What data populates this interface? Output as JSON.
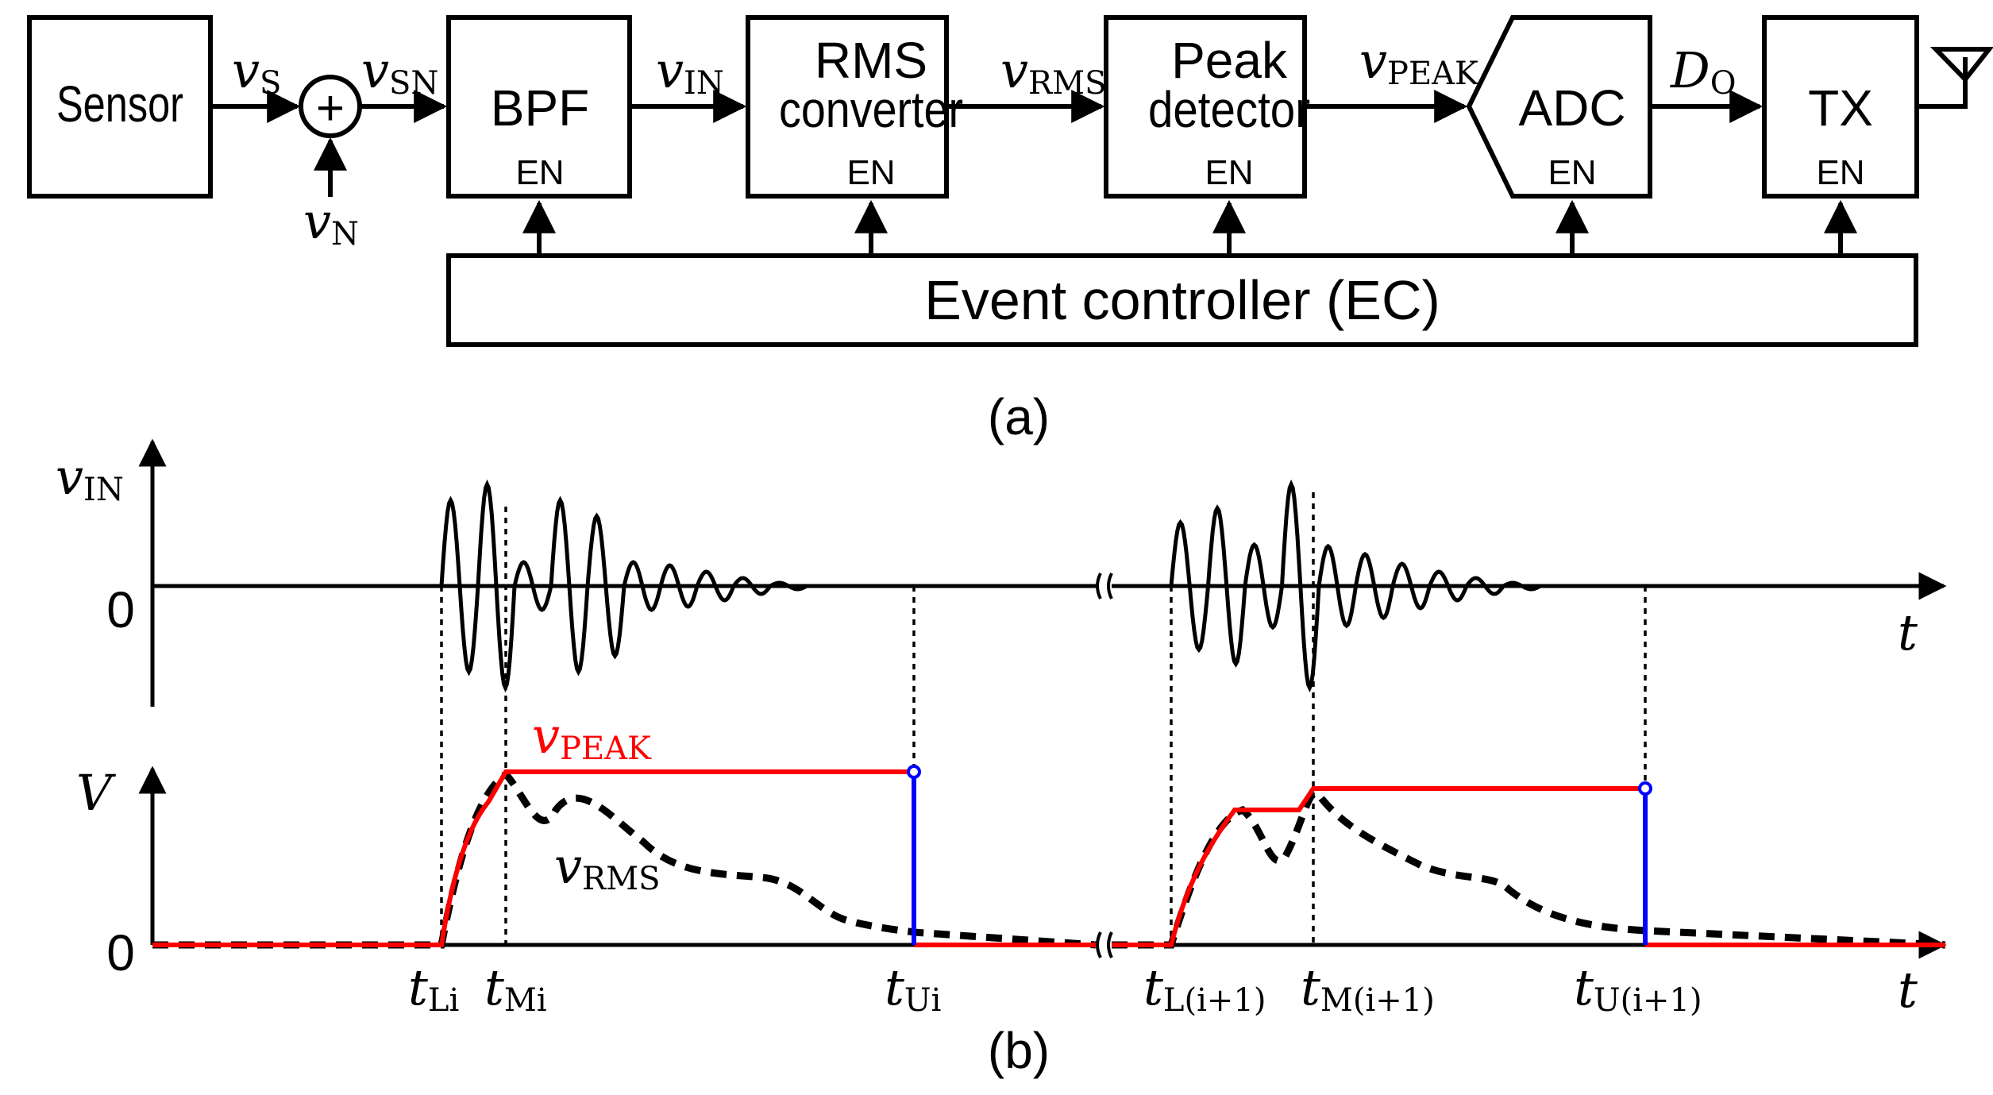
{
  "blocks": {
    "sensor": "Sensor",
    "bpf": "BPF",
    "rms_line1": "RMS",
    "rms_line2": "converter",
    "peak_line1": "Peak",
    "peak_line2": "detector",
    "adc": "ADC",
    "tx": "TX",
    "en": "EN"
  },
  "event_controller": "Event controller (EC)",
  "signals": {
    "vs": {
      "main": "v",
      "sub": "S"
    },
    "vsn": {
      "main": "v",
      "sub": "SN"
    },
    "vn": {
      "main": "v",
      "sub": "N"
    },
    "vin": {
      "main": "v",
      "sub": "IN"
    },
    "vrms": {
      "main": "v",
      "sub": "RMS"
    },
    "vpeak": {
      "main": "v",
      "sub": "PEAK"
    },
    "do": {
      "main": "D",
      "sub": "O"
    }
  },
  "adder_symbol": "+",
  "captions": {
    "a": "(a)",
    "b": "(b)"
  },
  "timing": {
    "top_ylabel": {
      "main": "v",
      "sub": "IN"
    },
    "bottom_ylabel": "V",
    "zero": "0",
    "time_label": "t",
    "vpeak_label": {
      "main": "v",
      "sub": "PEAK"
    },
    "vrms_label": {
      "main": "v",
      "sub": "RMS"
    },
    "ticks": [
      {
        "main": "t",
        "sub": "Li"
      },
      {
        "main": "t",
        "sub": "Mi"
      },
      {
        "main": "t",
        "sub": "Ui"
      },
      {
        "main": "t",
        "sub": "L(i+1)"
      },
      {
        "main": "t",
        "sub": "M(i+1)"
      },
      {
        "main": "t",
        "sub": "U(i+1)"
      }
    ]
  },
  "colors": {
    "vpeak": "#ff0000",
    "reset": "#0000ff",
    "vrms": "#000000",
    "line": "#000000"
  }
}
